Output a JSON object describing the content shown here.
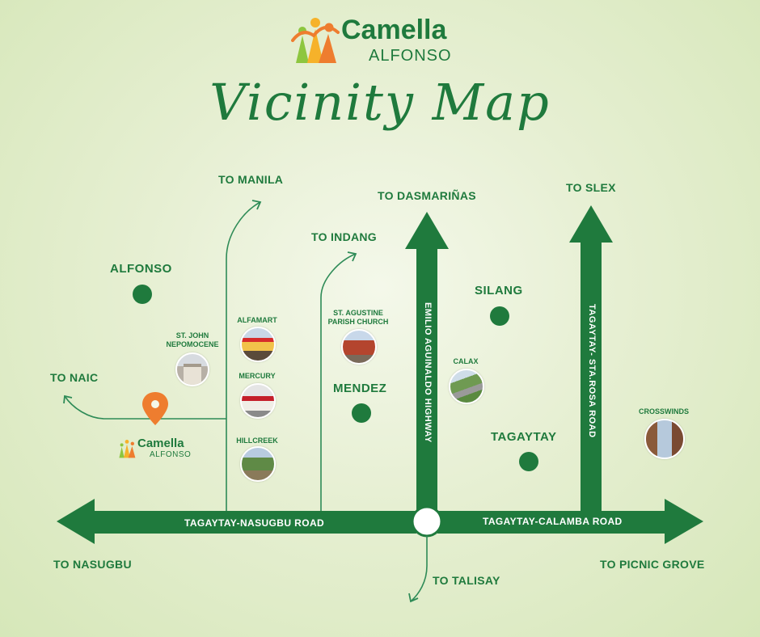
{
  "brand": {
    "name": "Camella",
    "sub": "ALFONSO",
    "colors": {
      "green": "#1f7a3d",
      "orange": "#ee7d2f",
      "yellow": "#f6b22a",
      "lime": "#8dc63f"
    }
  },
  "map_title": "Vicinity Map",
  "directions": {
    "to_manila": "TO MANILA",
    "to_dasmarinas": "TO DASMARIÑAS",
    "to_slex": "TO SLEX",
    "to_indang": "TO INDANG",
    "to_naic": "TO NAIC",
    "to_nasugbu": "TO NASUGBU",
    "to_talisay": "TO TALISAY",
    "to_picnic_grove": "TO PICNIC GROVE"
  },
  "towns": {
    "alfonso": "ALFONSO",
    "silang": "SILANG",
    "mendez": "MENDEZ",
    "tagaytay": "TAGAYTAY"
  },
  "roads": {
    "nasugbu": "TAGAYTAY-NASUGBU ROAD",
    "calamba": "TAGAYTAY-CALAMBA ROAD",
    "emilio": "EMILIO AGUINALDO HIGHWAY",
    "starosa": "TAGAYTAY- STA.ROSA ROAD"
  },
  "landmarks": {
    "st_john_1": "ST. JOHN",
    "st_john_2": "NEPOMOCENE",
    "alfamart": "ALFAMART",
    "mercury": "MERCURY",
    "hillcreek": "HILLCREEK",
    "st_agustine_1": "ST. AGUSTINE",
    "st_agustine_2": "PARISH CHURCH",
    "calax": "CALAX",
    "crosswinds": "CROSSWINDS"
  },
  "site_logo": {
    "name": "Camella",
    "sub": "ALFONSO"
  },
  "icons": [
    "location-pin-icon",
    "camella-logo-icon"
  ]
}
